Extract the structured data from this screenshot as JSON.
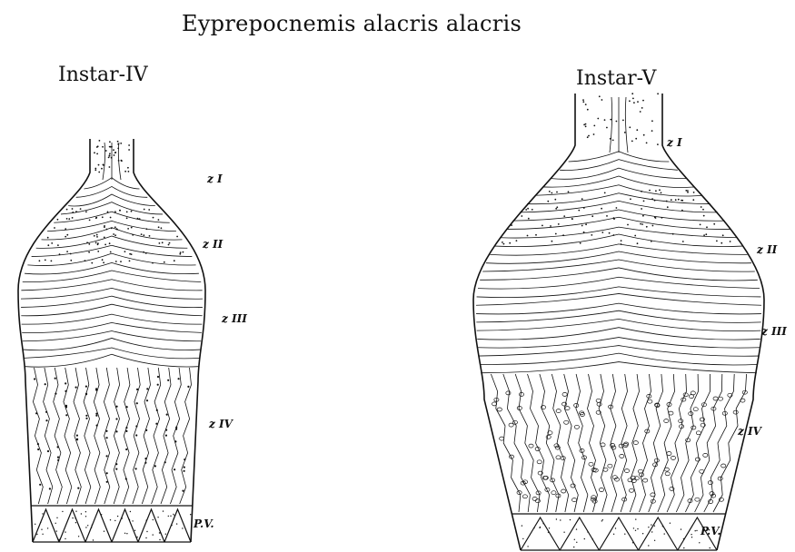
{
  "figure": {
    "title": "Eyprepocnemis alacris alacris",
    "colors": {
      "ink": "#111111",
      "paper": "#ffffff"
    },
    "panels": [
      {
        "id": "instar-iv",
        "title": "Instar-IV",
        "labels": {
          "z1": "z I",
          "z2": "z II",
          "z3": "z III",
          "z4": "z IV",
          "pv": "P.V."
        }
      },
      {
        "id": "instar-v",
        "title": "Instar-V",
        "labels": {
          "z1": "z I",
          "z2": "z II",
          "z3": "z III",
          "z4": "z IV",
          "pv": "P.V."
        }
      }
    ]
  }
}
